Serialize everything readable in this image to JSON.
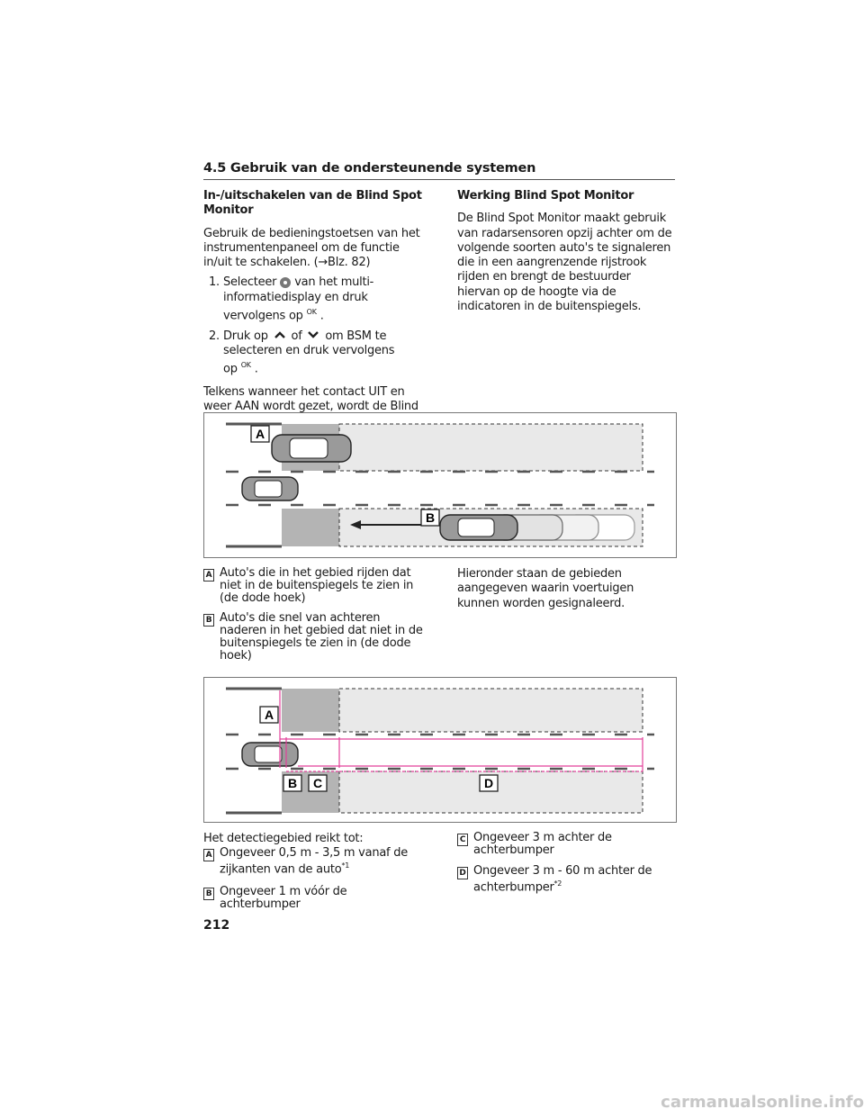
{
  "section": {
    "title": "4.5  Gebruik van de ondersteunende systemen"
  },
  "left_col": {
    "heading": "In-/uitschakelen van de Blind Spot Monitor",
    "intro": "Gebruik de bedieningstoetsen van het instrumentenpaneel om de functie in/uit te schakelen. (→Blz. 82)",
    "step1_num": "1.",
    "step1_a": "Selecteer",
    "step1_b": "van het multi-informatiedisplay en druk vervolgens op",
    "step2_num": "2.",
    "step2_a": "Druk op",
    "step2_of": "of",
    "step2_b": "om BSM te selecteren en druk vervolgens op",
    "ok": "OK",
    "outro": "Telkens wanneer het contact UIT en weer AAN wordt gezet, wordt de Blind Spot Monitor automatisch ingeschakeld."
  },
  "right_col": {
    "heading": "Werking Blind Spot Monitor",
    "body": "De Blind Spot Monitor maakt gebruik van radarsensoren opzij achter om de volgende soorten auto's te signaleren die in een aangrenzende rijstrook rijden en brengt de bestuurder hiervan op de hoogte via de indicatoren in de buitenspiegels."
  },
  "fig1": {
    "label_a": "A",
    "label_b": "B"
  },
  "legend1": {
    "a_key": "A",
    "a_text": "Auto's die in het gebied rijden dat niet in de buitenspiegels te zien in (de dode hoek)",
    "b_key": "B",
    "b_text": "Auto's die snel van achteren naderen in het gebied dat niet in de buitenspiegels te zien in (de dode hoek)",
    "right_text": "Hieronder staan de gebieden aangegeven waarin voertuigen kunnen worden gesignaleerd."
  },
  "fig2": {
    "label_a": "A",
    "label_b": "B",
    "label_c": "C",
    "label_d": "D"
  },
  "legend2": {
    "intro": "Het detectiegebied reikt tot:",
    "a_key": "A",
    "a_text": "Ongeveer 0,5 m - 3,5 m vanaf de zijkanten van de auto",
    "a_sup": "*1",
    "b_key": "B",
    "b_text": "Ongeveer 1 m vóór de achterbumper",
    "c_key": "C",
    "c_text": "Ongeveer 3 m achter de achterbumper",
    "d_key": "D",
    "d_text": "Ongeveer 3 m - 60 m achter de achterbumper",
    "d_sup": "*2"
  },
  "page": {
    "number": "212",
    "watermark": "carmanualsonline.info"
  },
  "colors": {
    "zone_dark": "#b4b4b4",
    "zone_light": "#e9e9e9",
    "magenta": "#e2409a",
    "car": "#9a9a9a"
  }
}
